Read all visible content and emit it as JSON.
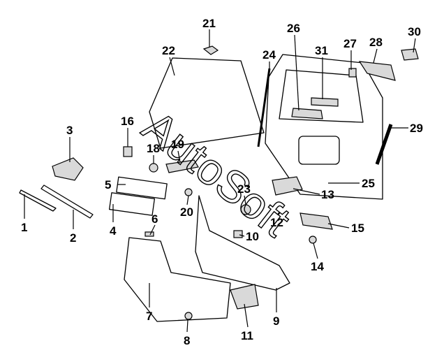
{
  "watermark": "AutoSoft",
  "callouts": [
    {
      "id": "1",
      "label": "1"
    },
    {
      "id": "2",
      "label": "2"
    },
    {
      "id": "3",
      "label": "3"
    },
    {
      "id": "4",
      "label": "4"
    },
    {
      "id": "5",
      "label": "5"
    },
    {
      "id": "6",
      "label": "6"
    },
    {
      "id": "7",
      "label": "7"
    },
    {
      "id": "8",
      "label": "8"
    },
    {
      "id": "9",
      "label": "9"
    },
    {
      "id": "10",
      "label": "10"
    },
    {
      "id": "11",
      "label": "11"
    },
    {
      "id": "12",
      "label": "12"
    },
    {
      "id": "13",
      "label": "13"
    },
    {
      "id": "14",
      "label": "14"
    },
    {
      "id": "15",
      "label": "15"
    },
    {
      "id": "16",
      "label": "16"
    },
    {
      "id": "18",
      "label": "18"
    },
    {
      "id": "19",
      "label": "19"
    },
    {
      "id": "20",
      "label": "20"
    },
    {
      "id": "21",
      "label": "21"
    },
    {
      "id": "22",
      "label": "22"
    },
    {
      "id": "23",
      "label": "23"
    },
    {
      "id": "24",
      "label": "24"
    },
    {
      "id": "25",
      "label": "25"
    },
    {
      "id": "26",
      "label": "26"
    },
    {
      "id": "27",
      "label": "27"
    },
    {
      "id": "28",
      "label": "28"
    },
    {
      "id": "29",
      "label": "29"
    },
    {
      "id": "30",
      "label": "30"
    },
    {
      "id": "31",
      "label": "31"
    }
  ]
}
